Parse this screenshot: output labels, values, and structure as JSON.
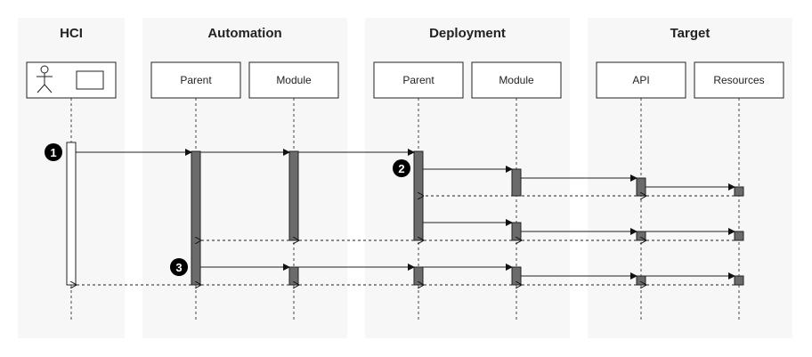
{
  "lanes": [
    {
      "title": "HCI"
    },
    {
      "title": "Automation"
    },
    {
      "title": "Deployment"
    },
    {
      "title": "Target"
    }
  ],
  "participants": [
    {
      "label": ""
    },
    {
      "label": "Parent"
    },
    {
      "label": "Module"
    },
    {
      "label": "Parent"
    },
    {
      "label": "Module"
    },
    {
      "label": "API"
    },
    {
      "label": "Resources"
    }
  ],
  "markers": [
    {
      "label": "1"
    },
    {
      "label": "2"
    },
    {
      "label": "3"
    }
  ],
  "colors": {
    "lane_background": "#f7f7f7",
    "activation_fill": "#6b6b6b",
    "line": "#222222",
    "badge": "#000000"
  }
}
